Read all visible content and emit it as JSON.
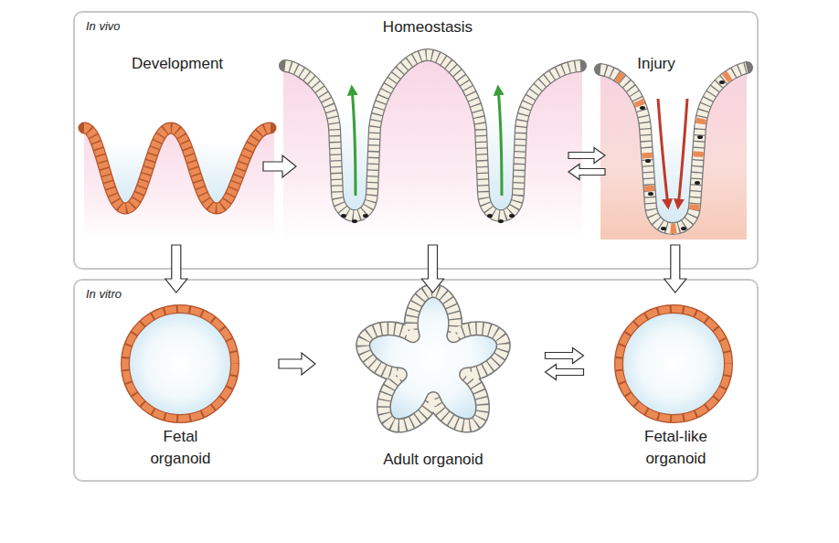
{
  "diagram": {
    "nodes": [
      {
        "text": [
          "In vivo"
        ]
      },
      {
        "text": [
          "Development"
        ],
        "in": 0
      },
      {
        "text": [
          "Homeostasis"
        ],
        "in": 0
      },
      {
        "text": [
          "Injury"
        ],
        "in": 0
      },
      {
        "text": [
          "In vitro"
        ]
      },
      {
        "text": [
          "Fetal organoid"
        ],
        "in": 4
      },
      {
        "text": [
          "Adult organoid"
        ],
        "in": 4
      },
      {
        "text": [
          "Fetal-like organoid"
        ],
        "in": 4
      }
    ],
    "edges": [
      {
        "from": 1,
        "to": 2,
        "arrow": "to"
      },
      {
        "from": 2,
        "to": 3,
        "arrow": "both"
      },
      {
        "from": 1,
        "to": 5,
        "arrow": "to"
      },
      {
        "from": 2,
        "to": 6,
        "arrow": "to"
      },
      {
        "from": 3,
        "to": 7,
        "arrow": "to"
      },
      {
        "from": 5,
        "to": 6,
        "arrow": "to"
      },
      {
        "from": 6,
        "to": 7,
        "arrow": "both"
      }
    ]
  }
}
